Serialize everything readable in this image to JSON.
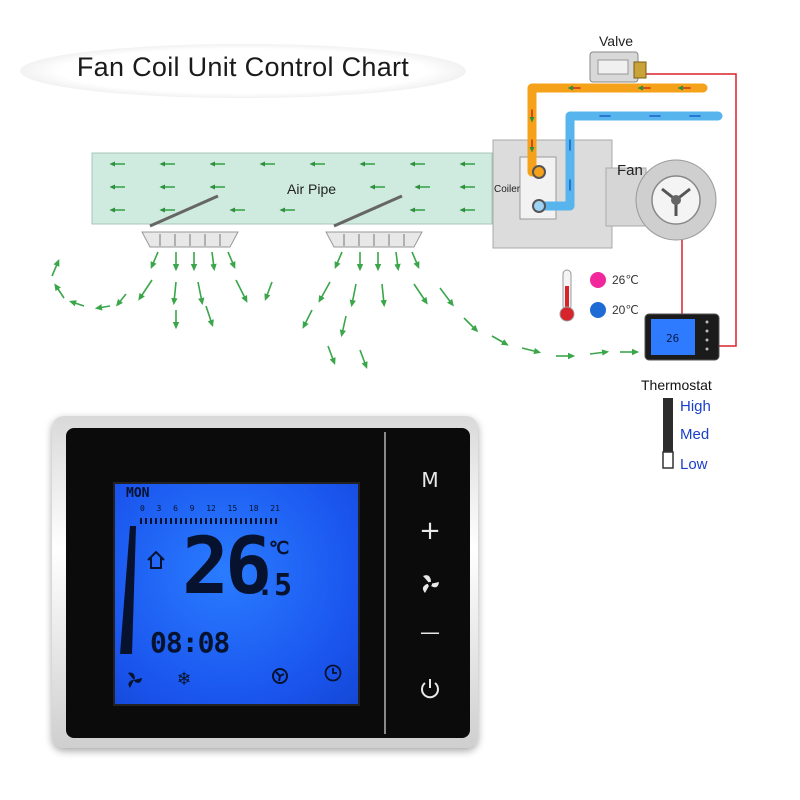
{
  "title": "Fan Coil Unit Control Chart",
  "labels": {
    "valve": "Valve",
    "air_pipe": "Air Pipe",
    "coiler": "Coiler",
    "fan": "Fan",
    "thermostat": "Thermostat",
    "temp_hot": "26℃",
    "temp_cold": "20℃"
  },
  "fan_levels": [
    "High",
    "Med",
    "Low"
  ],
  "colors": {
    "hot_pipe": "#f6a11a",
    "cold_pipe": "#57b4ec",
    "wire": "#d8232a",
    "air_pipe": "#cfeadf",
    "airflow": "#3aa64a",
    "lcd": "#1e64ff"
  },
  "lcd": {
    "day": "MON",
    "hours": [
      "0",
      "3",
      "6",
      "9",
      "12",
      "15",
      "18",
      "21"
    ],
    "temp_main": "26",
    "temp_decimal": ".5",
    "unit": "℃",
    "time": "08:08"
  },
  "buttons": {
    "mode": "M",
    "up": "+",
    "fan": "fan-icon",
    "down": "—",
    "power": "power-icon"
  }
}
